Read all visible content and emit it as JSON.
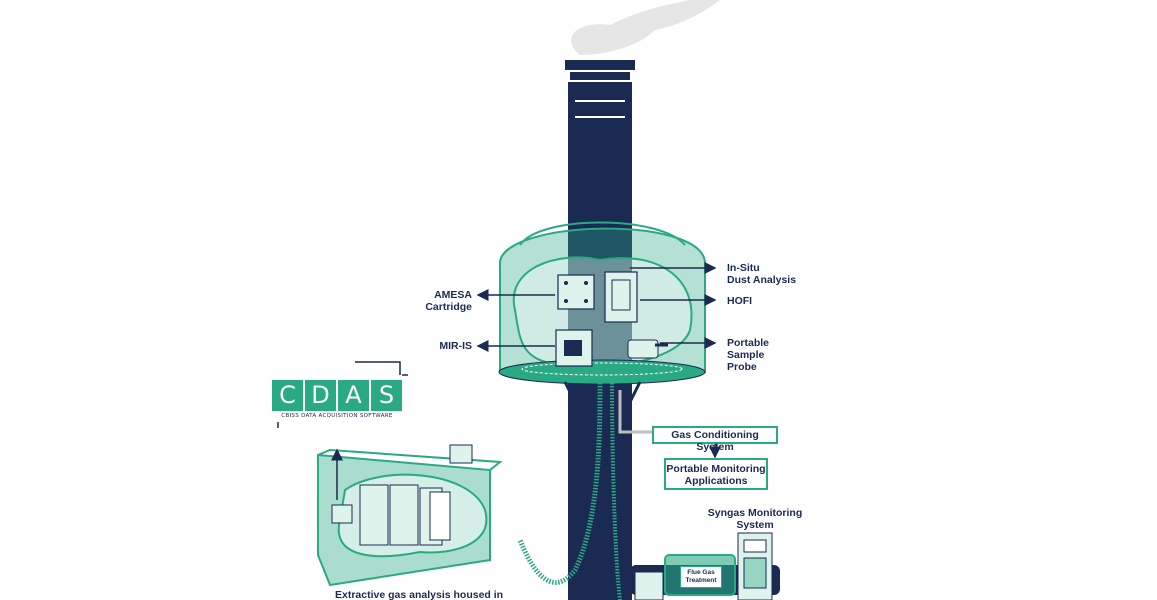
{
  "labels": {
    "in_situ": "In-Situ\nDust Analysis",
    "hofi": "HOFI",
    "amesa": "AMESA\nCartridge",
    "mir_is": "MIR-IS",
    "portable_probe": "Portable\nSample\nProbe",
    "syngas": "Syngas Monitoring\nSystem",
    "extractive": "Extractive gas analysis housed in"
  },
  "boxes": {
    "gas_conditioning": "Gas Conditioning System",
    "portable_monitoring": "Portable Monitoring\nApplications",
    "flue_gas": "Flue Gas\nTreatment"
  },
  "cdas": {
    "letters": [
      "C",
      "D",
      "A",
      "S"
    ],
    "subtitle": "CBISS DATA ACQUISITION SOFTWARE"
  },
  "colors": {
    "navy": "#1b2a52",
    "green": "#2aa985",
    "light_green": "#7fd3bb"
  }
}
